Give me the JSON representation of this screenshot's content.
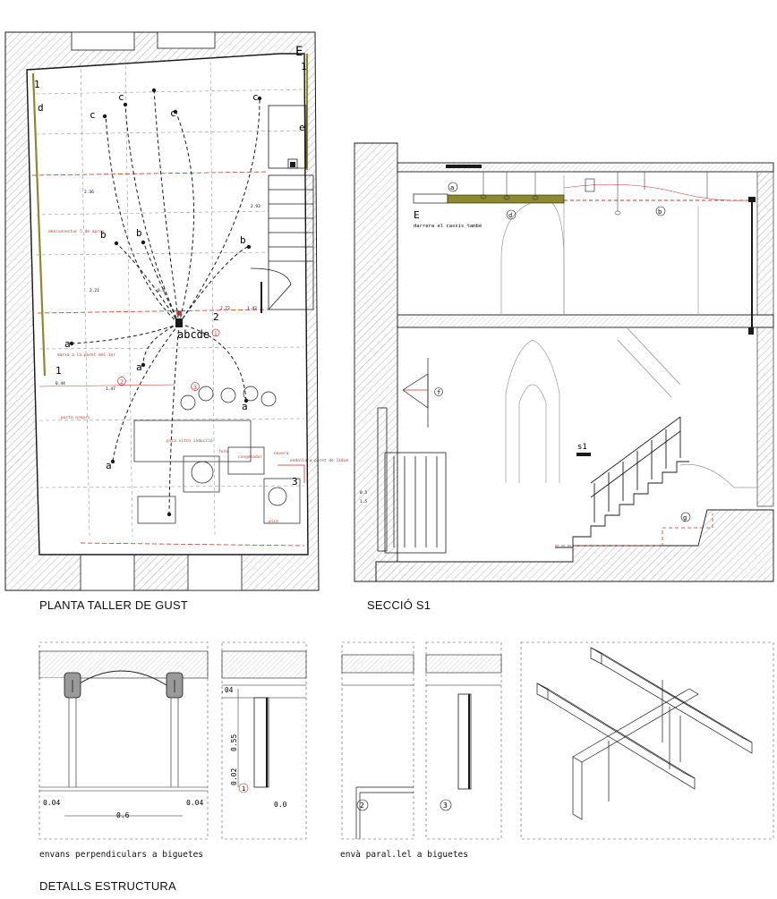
{
  "captions": {
    "plan": "PLANTA TALLER DE GUST",
    "section": "SECCIÓ S1",
    "details": "DETALLS ESTRUCTURA",
    "detail_left": "envans perpendiculars a biguetes",
    "detail_right": "envà paral.lel a biguetes"
  },
  "plan": {
    "axis_letter": "E",
    "hub_label": "abcde",
    "hub_index": "1",
    "left_index": "1",
    "right_index": "1",
    "stair_index": "2",
    "corner_index": "3",
    "labels": [
      "a",
      "a",
      "a",
      "a",
      "b",
      "b",
      "b",
      "c",
      "c",
      "c",
      "c",
      "d",
      "e"
    ],
    "circle_labels": [
      "2",
      "3"
    ],
    "notes": [
      "desconnectar 5 de aprox",
      "marxa a la paret del 1er",
      "porta armari",
      "pica vitro inducció",
      "forn",
      "congelador",
      "nevera",
      "endolla a paret de 110cm",
      "pica"
    ],
    "dims": [
      "2.36",
      "2.93",
      "2.21",
      "0.8",
      "2.72",
      "1.43",
      "0.44",
      "1.47"
    ]
  },
  "section": {
    "axis_letter": "E",
    "note": "darrera el cassis també",
    "marker_a": "a",
    "marker_b": "b",
    "marker_d": "d",
    "marker_f": "f",
    "marker_g": "g",
    "cut_label": "s1",
    "dims": [
      "0.5",
      "1.5"
    ]
  },
  "detail_dims": {
    "left_a": "0.04",
    "left_b": "0.04",
    "span": "0.6",
    "top": ".04",
    "height": "0.55",
    "inner": "0.02",
    "bottom": "0.0",
    "mark1": "1",
    "mark2": "2",
    "mark3": "3"
  },
  "colors": {
    "line": "#1a1a1a",
    "hatch": "#9a9a9a",
    "red": "#c0392b",
    "olive": "#8d8a2e",
    "wall_fill": "#e6e6e6"
  }
}
